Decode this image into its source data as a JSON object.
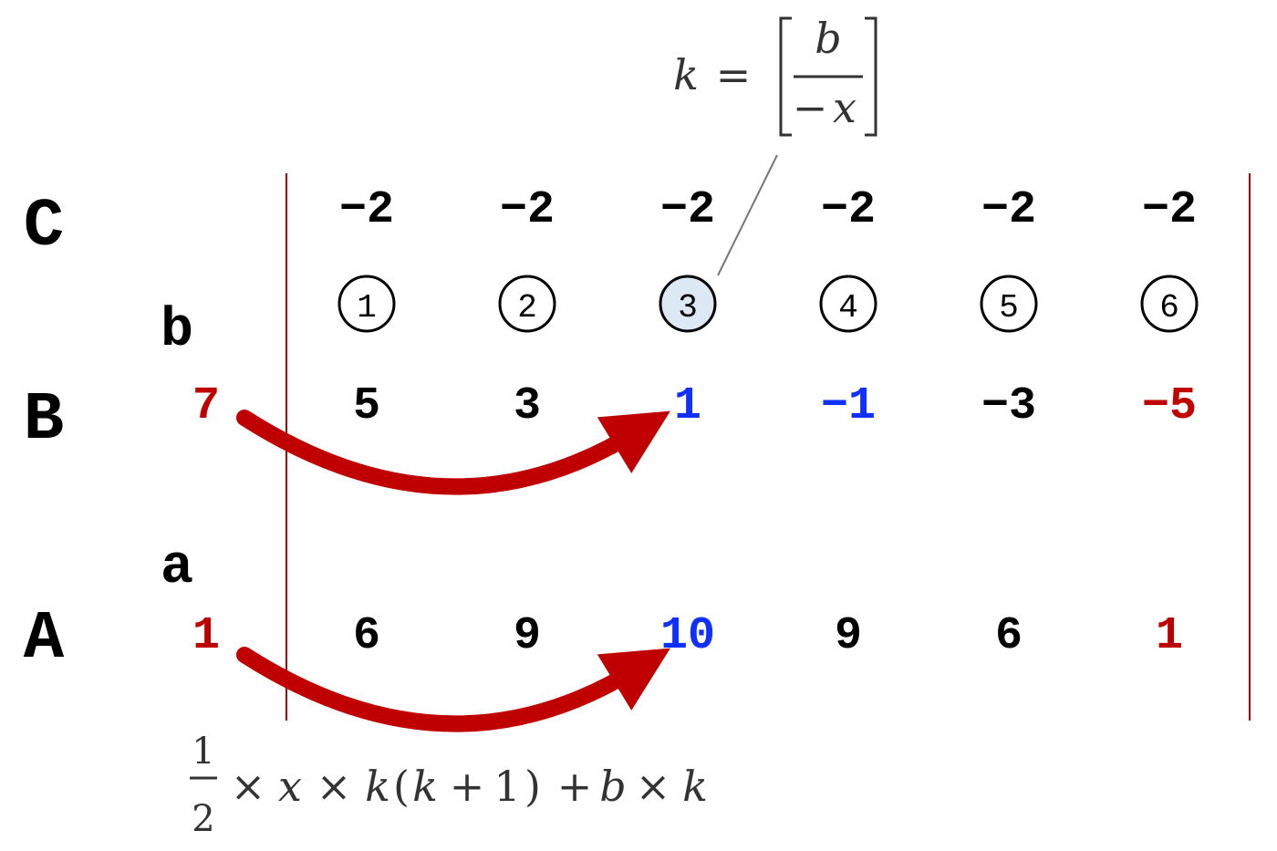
{
  "row_labels": {
    "C": "C",
    "B": "B",
    "A": "A"
  },
  "sub_labels": {
    "b": "b",
    "a": "a"
  },
  "initial": {
    "b": "7",
    "a": "1"
  },
  "columns": [
    {
      "index": "1",
      "c": "−2",
      "b": "5",
      "a": "6",
      "highlight": false
    },
    {
      "index": "2",
      "c": "−2",
      "b": "3",
      "a": "9",
      "highlight": false
    },
    {
      "index": "3",
      "c": "−2",
      "b": "1",
      "a": "10",
      "highlight": true
    },
    {
      "index": "4",
      "c": "−2",
      "b": "−1",
      "a": "9",
      "highlight": false
    },
    {
      "index": "5",
      "c": "−2",
      "b": "−3",
      "a": "6",
      "highlight": false
    },
    {
      "index": "6",
      "c": "−2",
      "b": "−5",
      "a": "1",
      "highlight": false
    }
  ],
  "colors": {
    "red": "#c00000",
    "blue": "#1030ff",
    "black": "#000000",
    "highlight_fill": "#dde8f5",
    "leader": "#777777",
    "formula": "#333333"
  },
  "top_formula": {
    "lhs": "k",
    "eq": "=",
    "num": "b",
    "den_minus": "−",
    "den": "x"
  },
  "bottom_formula": {
    "num": "1",
    "den": "2",
    "t1": "×",
    "x": "x",
    "t2": "×",
    "k1": "k",
    "open": "(",
    "k2": "k",
    "plus1": "+",
    "one": "1",
    "close": ")",
    "plus2": "+",
    "b": "b",
    "t3": "×",
    "k3": "k"
  }
}
